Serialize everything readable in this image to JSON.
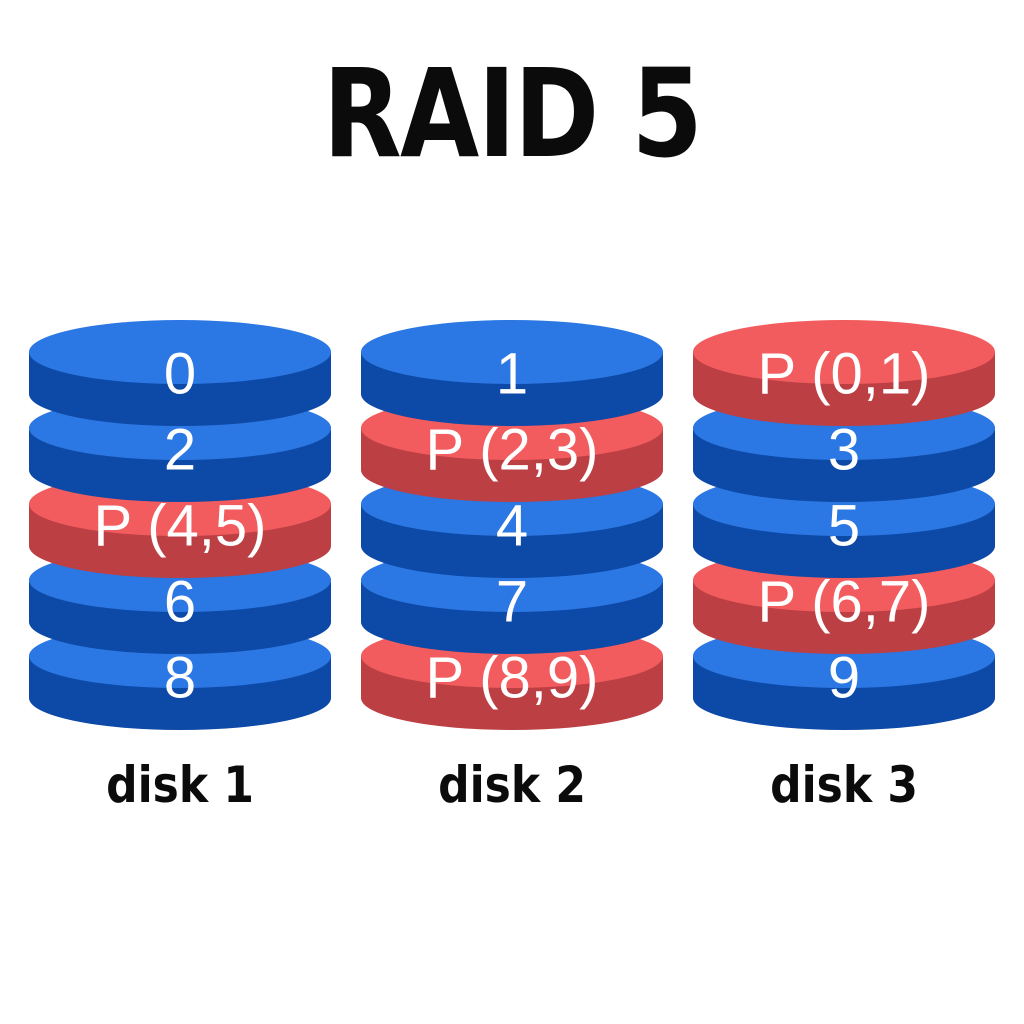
{
  "title": "RAID 5",
  "colors": {
    "background": "#FFFFFF",
    "data_top": "#2B77E3",
    "data_body": "#0D49A6",
    "parity_top": "#F25C5E",
    "parity_body": "#BC3F44",
    "block_text": "#FFFFFF",
    "label_text": "#0B0B0B",
    "title_text": "#0B0B0B"
  },
  "disks": [
    {
      "label": "disk 1",
      "platters": [
        {
          "text": "0",
          "type": "data"
        },
        {
          "text": "2",
          "type": "data"
        },
        {
          "text": "P (4,5)",
          "type": "parity"
        },
        {
          "text": "6",
          "type": "data"
        },
        {
          "text": "8",
          "type": "data"
        }
      ]
    },
    {
      "label": "disk 2",
      "platters": [
        {
          "text": "1",
          "type": "data"
        },
        {
          "text": "P (2,3)",
          "type": "parity"
        },
        {
          "text": "4",
          "type": "data"
        },
        {
          "text": "7",
          "type": "data"
        },
        {
          "text": "P (8,9)",
          "type": "parity"
        }
      ]
    },
    {
      "label": "disk 3",
      "platters": [
        {
          "text": "P (0,1)",
          "type": "parity"
        },
        {
          "text": "3",
          "type": "data"
        },
        {
          "text": "5",
          "type": "data"
        },
        {
          "text": "P (6,7)",
          "type": "parity"
        },
        {
          "text": "9",
          "type": "data"
        }
      ]
    }
  ]
}
